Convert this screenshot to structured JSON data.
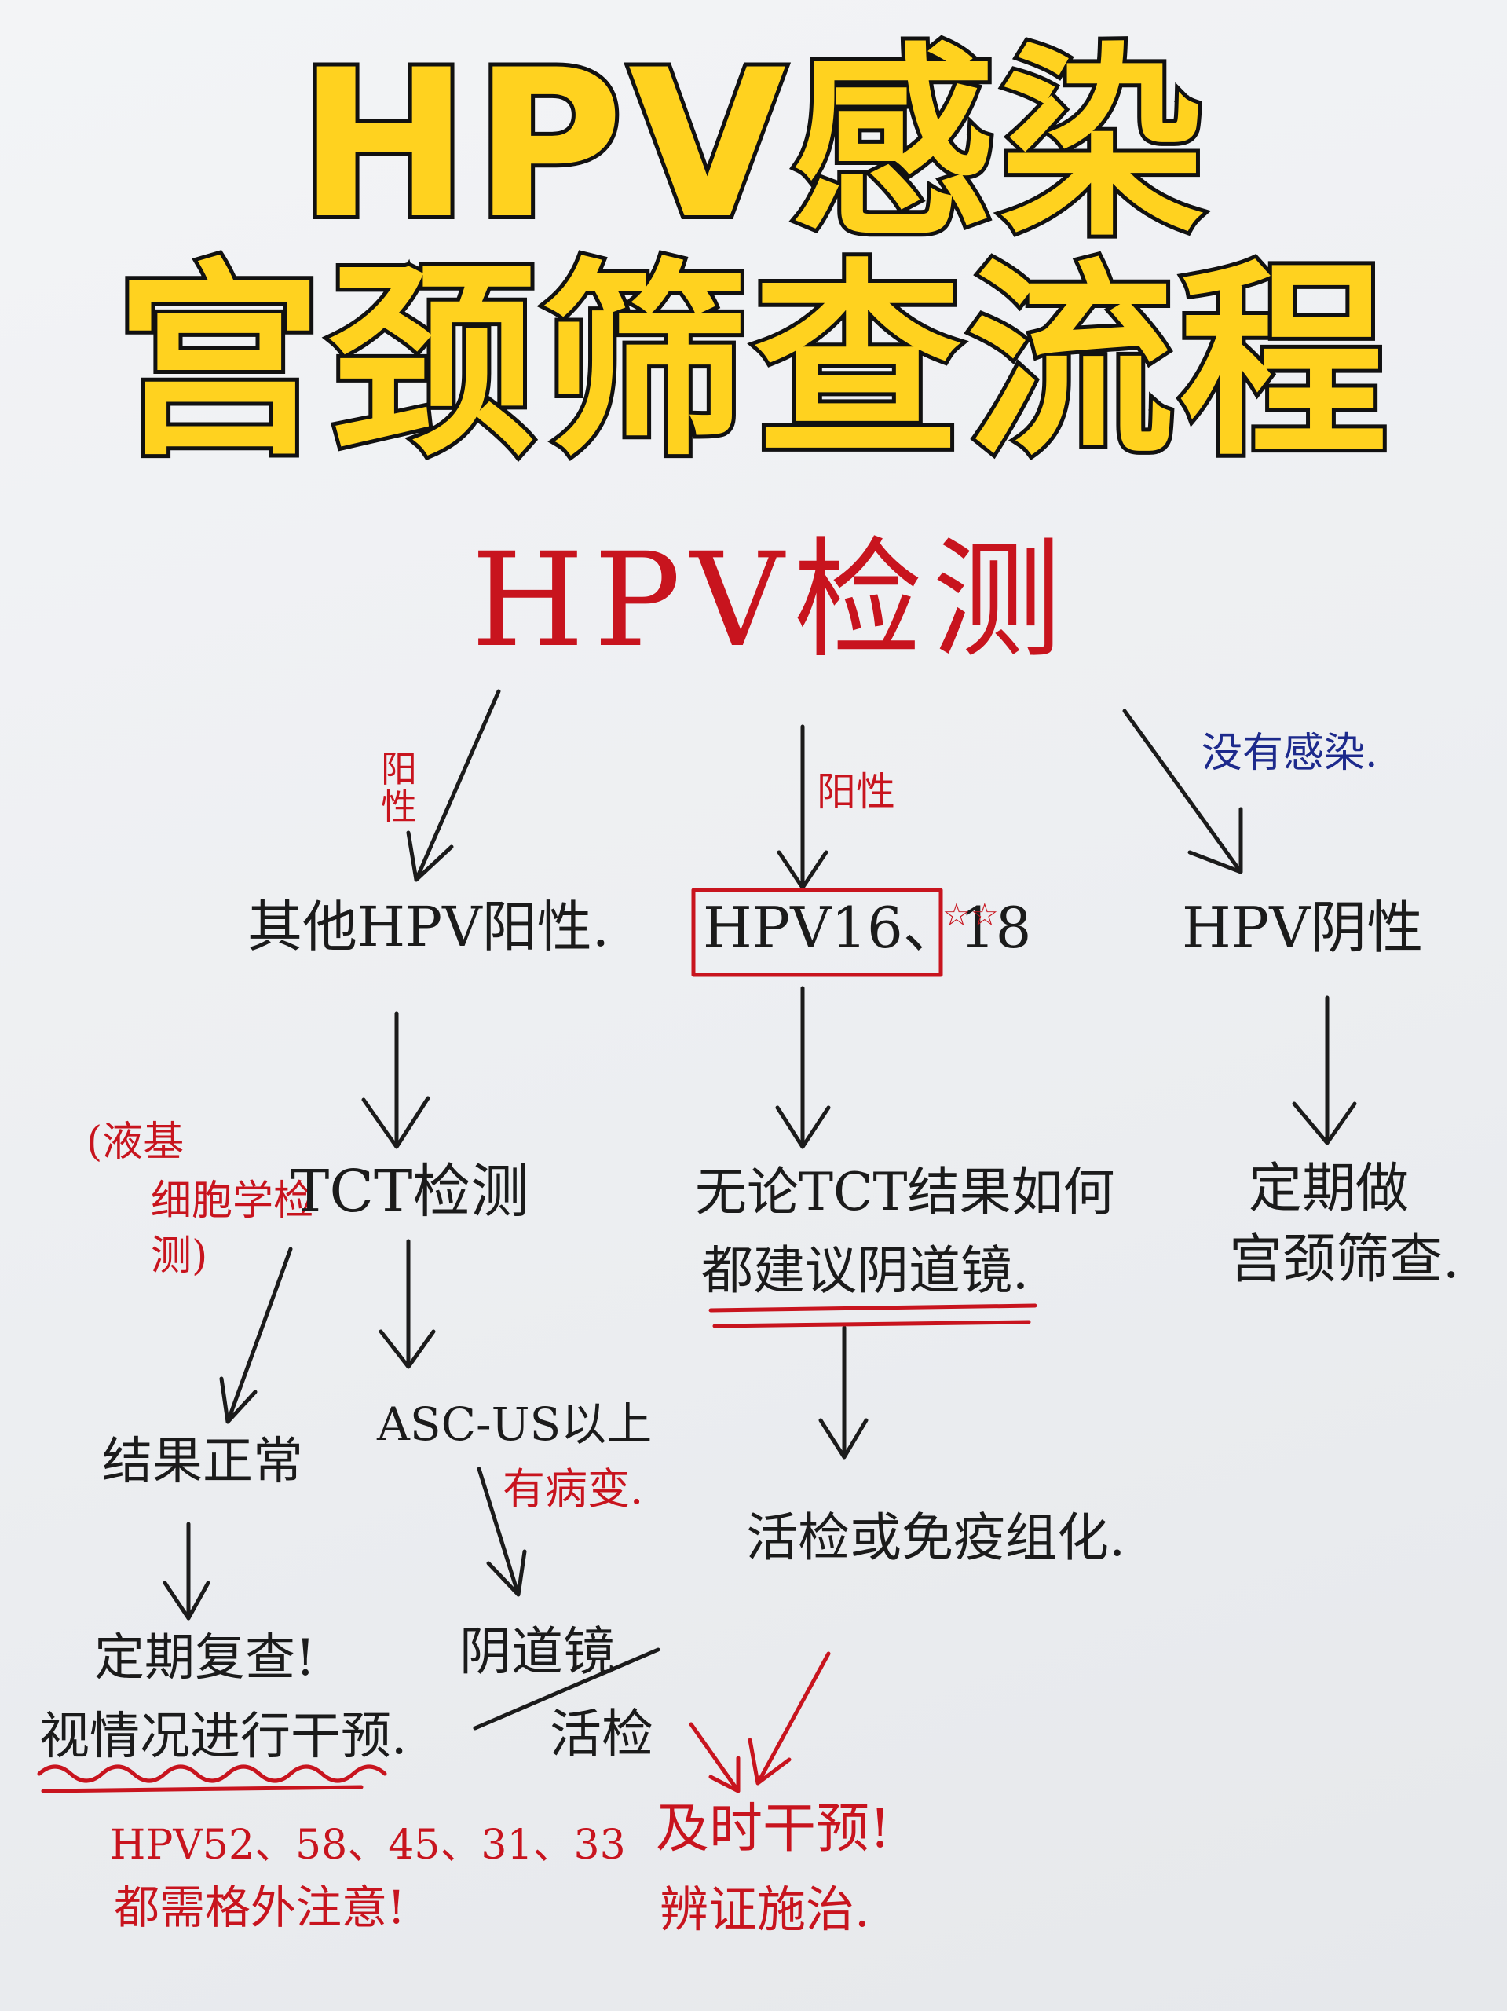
{
  "title": {
    "line1": "HPV感染",
    "line2": "宫颈筛查流程"
  },
  "root": "HPV检测",
  "branches": {
    "left_edge": "阳性",
    "center_edge": "阳性",
    "right_edge": "没有感染.",
    "left_node": "其他HPV阳性.",
    "center_node": "HPV16、18",
    "center_stars": "☆☆",
    "right_node": "HPV阴性"
  },
  "left": {
    "tct": "TCT检测",
    "note_line1": "(液基",
    "note_line2": "细胞学检",
    "note_line3": "测)",
    "normal": "结果正常",
    "followup": "定期复查!",
    "intervene": "视情况进行干预.",
    "types_line1": "HPV52、58、45、31、33",
    "types_line2": "都需格外注意!",
    "ascus": "ASC-US以上",
    "lesion": "有病变.",
    "colposcopy": "阴道镜",
    "biopsy": "活检"
  },
  "center": {
    "text_line1": "无论TCT结果如何",
    "text_line2": "都建议阴道镜.",
    "biopsy": "活检或免疫组化.",
    "treat": "及时干预!",
    "diagnose": "辨证施治."
  },
  "right": {
    "text_line1": "定期做",
    "text_line2": "宫颈筛查."
  }
}
